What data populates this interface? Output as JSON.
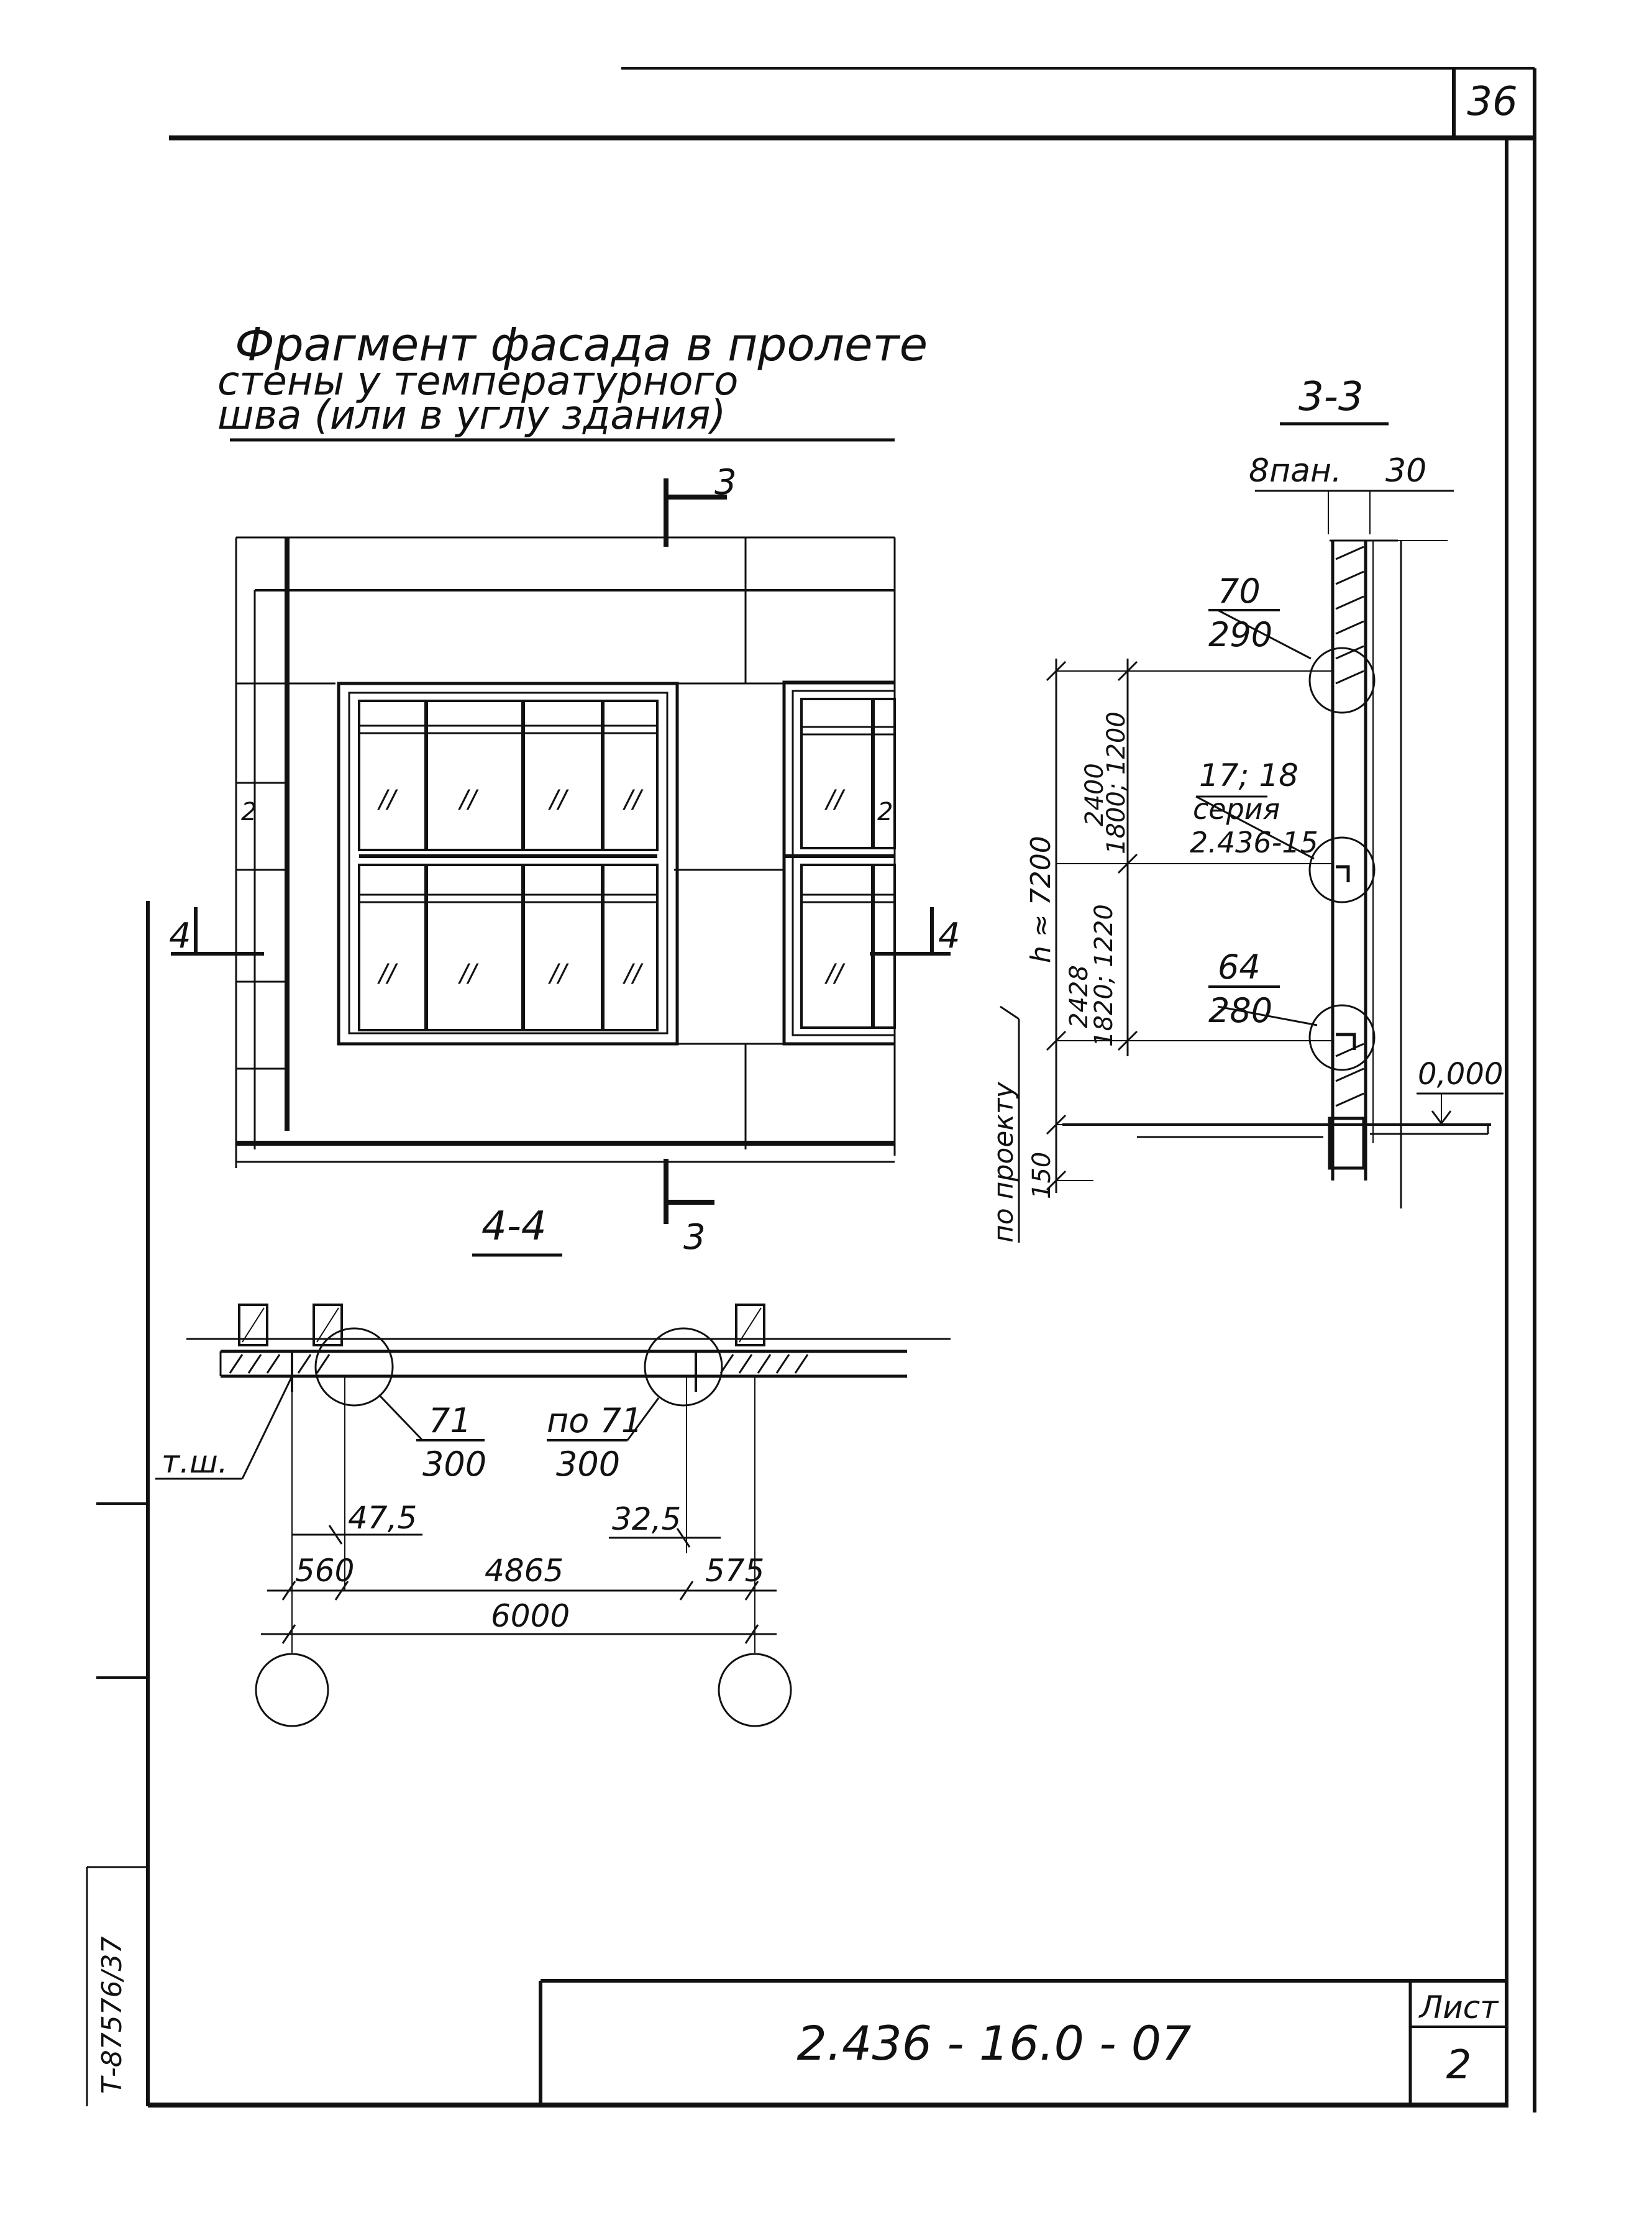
{
  "sheet_number_top": "36",
  "title": {
    "line1": "Фрагмент фасада в пролете",
    "line2": "стены у температурного",
    "line3": "шва (или в углу здания)"
  },
  "facade": {
    "cut_mark_3_top": "3",
    "cut_mark_3_bottom": "3",
    "cut_mark_4_left": "4",
    "cut_mark_4_right": "4",
    "side_mark_left": "2",
    "side_mark_right": "2",
    "hatch_mark": "//"
  },
  "section_3_3": {
    "label": "3-3",
    "panel_label": "8пан.",
    "dim_30": "30",
    "node_top": {
      "num": "70",
      "den": "290"
    },
    "node_mid": {
      "num": "17; 18",
      "series": "серия",
      "series_code": "2.436-15"
    },
    "node_bot": {
      "num": "64",
      "den": "280"
    },
    "level": "0,000",
    "dim_total": "h ≈ 7200",
    "dim_upper": "2400",
    "dim_upper_alt": "1800; 1200",
    "dim_lower": "2428",
    "dim_lower_alt": "1820; 1220",
    "dim_150": "150",
    "by_project": "по проекту"
  },
  "section_4_4": {
    "label": "4-4",
    "node_left": {
      "num": "71",
      "den": "300"
    },
    "node_right": {
      "num": "по 71",
      "den": "300"
    },
    "joint_label": "т.ш.",
    "dim_47_5": "47,5",
    "dim_32_5": "32,5",
    "dim_560": "560",
    "dim_4865": "4865",
    "dim_575": "575",
    "dim_6000": "6000"
  },
  "side_stamp": "Т-87576/37",
  "title_block": {
    "code": "2.436 - 16.0 - 07",
    "sheet_label": "Лист",
    "sheet_value": "2"
  }
}
